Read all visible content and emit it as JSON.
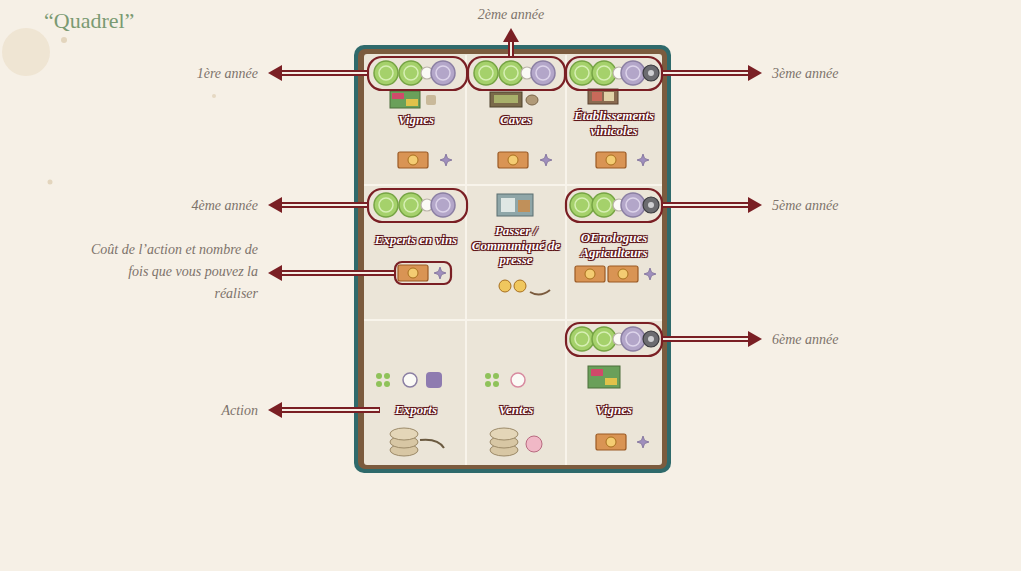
{
  "diagram": {
    "title": "“Quadrel”",
    "nodes": [
      {
        "text": [
          "Vignes"
        ]
      },
      {
        "text": [
          "Caves"
        ]
      },
      {
        "text": [
          "Établissements vinicoles"
        ]
      },
      {
        "text": [
          "Experts en vins"
        ]
      },
      {
        "text": [
          "Passer / Communiqué de presse"
        ]
      },
      {
        "text": [
          "OEnologues Agriculteurs"
        ]
      },
      {
        "text": [
          "Exports"
        ]
      },
      {
        "text": [
          "Ventes"
        ]
      },
      {
        "text": [
          "Vignes"
        ]
      }
    ],
    "labels": [
      "2ème année",
      "1ère année",
      "3ème année",
      "4ème année",
      "5ème année",
      "Coût de l’action et nombre de fois que vous pouvez la réaliser",
      "6ème année",
      "Action"
    ]
  }
}
